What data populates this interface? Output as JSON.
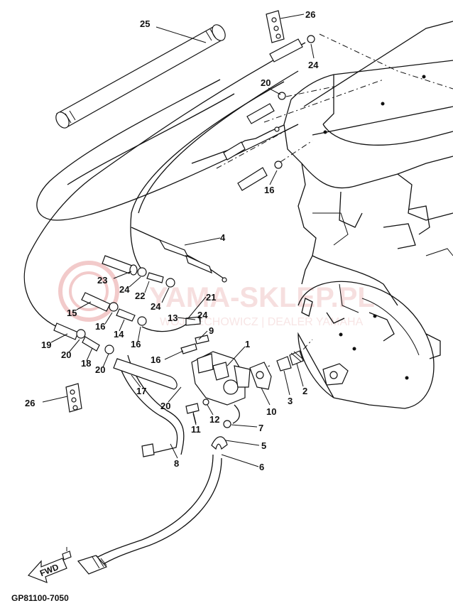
{
  "diagram_code": "GP81100-7050",
  "fwd_label": "FWD",
  "watermark": {
    "main": "YAMA-SKLEP.PL",
    "sub": "WOJCIECHOWICZ | DEALER YAMAHA",
    "color": "#e8a0a0"
  },
  "part_labels": [
    {
      "id": "p25",
      "text": "25"
    },
    {
      "id": "p26a",
      "text": "26"
    },
    {
      "id": "p24a",
      "text": "24"
    },
    {
      "id": "p20a",
      "text": "20"
    },
    {
      "id": "p16a",
      "text": "16"
    },
    {
      "id": "p4",
      "text": "4"
    },
    {
      "id": "p23",
      "text": "23"
    },
    {
      "id": "p24b",
      "text": "24"
    },
    {
      "id": "p22",
      "text": "22"
    },
    {
      "id": "p24c",
      "text": "24"
    },
    {
      "id": "p21",
      "text": "21"
    },
    {
      "id": "p15",
      "text": "15"
    },
    {
      "id": "p16b",
      "text": "16"
    },
    {
      "id": "p14",
      "text": "14"
    },
    {
      "id": "p13",
      "text": "13"
    },
    {
      "id": "p24d",
      "text": "24"
    },
    {
      "id": "p19",
      "text": "19"
    },
    {
      "id": "p20b",
      "text": "20"
    },
    {
      "id": "p18",
      "text": "18"
    },
    {
      "id": "p16c",
      "text": "16"
    },
    {
      "id": "p9",
      "text": "9"
    },
    {
      "id": "p1",
      "text": "1"
    },
    {
      "id": "p16d",
      "text": "16"
    },
    {
      "id": "p20c",
      "text": "20"
    },
    {
      "id": "p17",
      "text": "17"
    },
    {
      "id": "p20d",
      "text": "20"
    },
    {
      "id": "p26b",
      "text": "26"
    },
    {
      "id": "p11",
      "text": "11"
    },
    {
      "id": "p12",
      "text": "12"
    },
    {
      "id": "p10",
      "text": "10"
    },
    {
      "id": "p3",
      "text": "3"
    },
    {
      "id": "p2",
      "text": "2"
    },
    {
      "id": "p7",
      "text": "7"
    },
    {
      "id": "p5",
      "text": "5"
    },
    {
      "id": "p8",
      "text": "8"
    },
    {
      "id": "p6",
      "text": "6"
    }
  ]
}
